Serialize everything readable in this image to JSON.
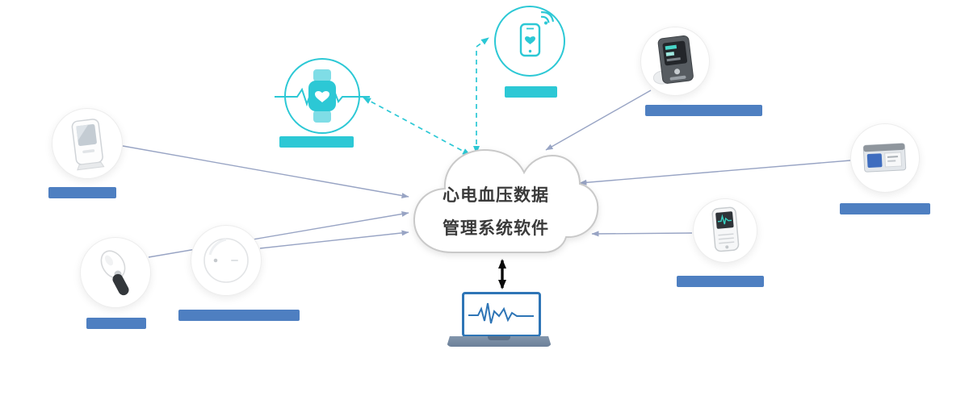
{
  "cloud": {
    "line1": "心电血压数据",
    "line2": "管理系统软件"
  },
  "colors": {
    "teal_accent": "#2cc8d5",
    "blue_label_bar": "#4e7fc1",
    "connector_line": "#98a4c4",
    "center_arrow": "#000000",
    "laptop_blue": "#2e75b6",
    "cloud_outline": "#c9c9c9",
    "cloud_text": "#3a3a3a"
  },
  "nodes": [
    {
      "id": "smartphone",
      "icon": "smartphone-wifi-icon",
      "label_bar_color": "#2cc8d5"
    },
    {
      "id": "smartwatch",
      "icon": "smartwatch-heartbeat-icon",
      "label_bar_color": "#2cc8d5"
    },
    {
      "id": "blood-pressure-monitor",
      "icon": "blood-pressure-monitor-icon",
      "label_bar_color": "#4e7fc1"
    },
    {
      "id": "ecg-recorder",
      "icon": "handheld-ecg-recorder-icon",
      "label_bar_color": "#4e7fc1"
    },
    {
      "id": "compact-ecg-device",
      "icon": "compact-ecg-device-icon",
      "label_bar_color": "#4e7fc1"
    },
    {
      "id": "holter-monitor",
      "icon": "holter-monitor-icon",
      "label_bar_color": "#4e7fc1"
    },
    {
      "id": "ear-worn-device",
      "icon": "ear-worn-device-icon",
      "label_bar_color": "#4e7fc1"
    },
    {
      "id": "round-patch-device",
      "icon": "round-patch-device-icon",
      "label_bar_color": "#4e7fc1"
    },
    {
      "id": "laptop-software",
      "icon": "laptop-ecg-waveform-icon",
      "label_bar_color": null
    }
  ],
  "connections": {
    "solid_to_cloud": [
      "ecg-recorder",
      "ear-worn-device",
      "round-patch-device",
      "blood-pressure-monitor",
      "compact-ecg-device",
      "holter-monitor"
    ],
    "dashed_bidirectional": [
      "smartwatch",
      "smartphone"
    ],
    "double_arrow": [
      "cloud",
      "laptop-software"
    ]
  }
}
